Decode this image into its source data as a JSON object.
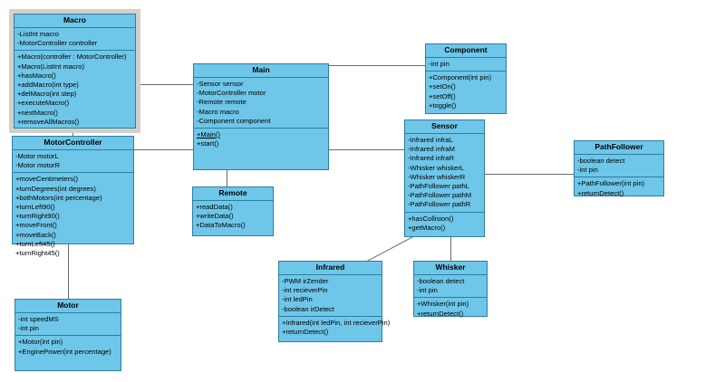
{
  "diagram": {
    "type": "uml-class-diagram",
    "title": "Robot control UML class diagram",
    "colors": {
      "class_fill": "#6ec6e8",
      "class_border": "#2d7fa0",
      "connector": "#6b6b6b",
      "selection_frame": "#d4d0c8",
      "background": "#ffffff"
    },
    "classes": [
      {
        "id": "macro",
        "name": "Macro",
        "selected": true,
        "attributes": [
          "-ListInt macro",
          "-MotorController controller"
        ],
        "methods": [
          "+Macro(controller : MotorController)",
          "+Macro(ListInt macro)",
          "+hasMacro()",
          "+addMacro(int type)",
          "+delMacro(int step)",
          "+executeMacro()",
          "+nextMacro()",
          "+removeAllMacros()"
        ]
      },
      {
        "id": "motorcontroller",
        "name": "MotorController",
        "selected": false,
        "attributes": [
          "-Motor motorL",
          "-Motor motorR"
        ],
        "methods": [
          "+moveCentimeters()",
          "+turnDegrees(int degrees)",
          "+bothMotors(int percentage)",
          "+turnLeft90()",
          "+turnRight90()",
          "+moveFront()",
          "+moveBack()",
          "+turnLeft45()",
          "+turnRight45()"
        ]
      },
      {
        "id": "motor",
        "name": "Motor",
        "selected": false,
        "attributes": [
          "-int speedMS",
          "-int pin"
        ],
        "methods": [
          "+Motor(int pin)",
          "+EnginePower(int percentage)"
        ]
      },
      {
        "id": "main",
        "name": "Main",
        "selected": false,
        "attributes": [
          "-Sensor sensor",
          "-MotorController motor",
          "-Remote remote",
          "-Macro macro",
          "-Component component"
        ],
        "methods": [
          "+Main()",
          "+start()"
        ],
        "static_methods": [
          "+Main()"
        ]
      },
      {
        "id": "remote",
        "name": "Remote",
        "selected": false,
        "attributes": [],
        "methods": [
          "+readData()",
          "+writeData()",
          "+DataToMacro()"
        ]
      },
      {
        "id": "component",
        "name": "Component",
        "selected": false,
        "attributes": [
          "-int pin"
        ],
        "methods": [
          "+Component(int pin)",
          "+setOn()",
          "+setOff()",
          "+toggle()"
        ]
      },
      {
        "id": "sensor",
        "name": "Sensor",
        "selected": false,
        "attributes": [
          "-Infrared infraL",
          "-Infrared infraM",
          "-Infrared infraR",
          "-Whisker whiskerL",
          "-Whisker whiskerR",
          "-PathFollower pathL",
          "-PathFollower pathM",
          "-PathFollower pathR"
        ],
        "methods": [
          "+hasCollision()",
          "+getMacro()"
        ]
      },
      {
        "id": "pathfollower",
        "name": "PathFollower",
        "selected": false,
        "attributes": [
          "-boolean detect",
          "-int pin"
        ],
        "methods": [
          "+PathFollower(int pin)",
          "+returnDetect()"
        ]
      },
      {
        "id": "infrared",
        "name": "Infrared",
        "selected": false,
        "attributes": [
          "-PWM irZender",
          "-int recieverPin",
          "-int ledPin",
          "-boolean irDetect"
        ],
        "methods": [
          "+Infrared(int ledPin, int recieverPin)",
          "+returnDetect()"
        ]
      },
      {
        "id": "whisker",
        "name": "Whisker",
        "selected": false,
        "attributes": [
          "-boolean detect",
          "-int pin"
        ],
        "methods": [
          "+Whisker(int pin)",
          "+returnDetect()"
        ]
      }
    ],
    "associations": [
      {
        "from": "macro",
        "to": "main"
      },
      {
        "from": "motorcontroller",
        "to": "main"
      },
      {
        "from": "motorcontroller",
        "to": "motor"
      },
      {
        "from": "macro",
        "to": "motorcontroller"
      },
      {
        "from": "main",
        "to": "component"
      },
      {
        "from": "main",
        "to": "sensor"
      },
      {
        "from": "main",
        "to": "remote"
      },
      {
        "from": "sensor",
        "to": "pathfollower"
      },
      {
        "from": "sensor",
        "to": "whisker"
      },
      {
        "from": "sensor",
        "to": "infrared"
      }
    ]
  }
}
